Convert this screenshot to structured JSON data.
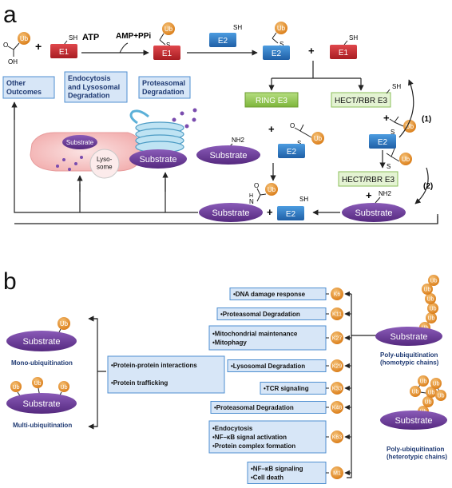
{
  "panel_a": {
    "label": "a",
    "ub": "Ub",
    "oh": "OH",
    "sh": "SH",
    "s": "S",
    "nh2": "NH2",
    "n": "N",
    "h": "H",
    "plus": "+",
    "atp": "ATP",
    "amp": "AMP+PPi",
    "e1": "E1",
    "e2": "E2",
    "ring_e3": "RING E3",
    "hect_e3": "HECT/RBR E3",
    "step1": "(1)",
    "step2": "(2)",
    "substrate": "Substrate",
    "lysosome": "Lyso-\nsome",
    "outcome_other": "Other\nOutcomes",
    "outcome_endo": "Endocytosis\nand Lysosomal\nDegradation",
    "outcome_proteasomal": "Proteasomal\nDegradation"
  },
  "panel_b": {
    "label": "b",
    "ub": "Ub",
    "substrate": "Substrate",
    "mono_caption": "Mono-ubiquitination",
    "multi_caption": "Multi-ubiquitination",
    "poly_homo_caption": "Poly-ubiquitination\n(homotypic chains)",
    "poly_hetero_caption": "Poly-ubiquitination\n(heterotypic chains)",
    "mono_multi_functions": [
      "•Protein-protein interactions",
      "•Protein trafficking"
    ],
    "linkages": [
      {
        "site": "K6",
        "functions": [
          "•DNA damage response"
        ]
      },
      {
        "site": "K11",
        "functions": [
          "•Proteasomal Degradation"
        ]
      },
      {
        "site": "K27",
        "functions": [
          "•Mitochondrial maintenance",
          "•Mitophagy"
        ]
      },
      {
        "site": "K29",
        "functions": [
          "•Lysosomal Degradation"
        ]
      },
      {
        "site": "K33",
        "functions": [
          "•TCR signaling"
        ]
      },
      {
        "site": "K48",
        "functions": [
          "•Proteasomal Degradation"
        ]
      },
      {
        "site": "K63",
        "functions": [
          "•Endocytosis",
          "•NF–κB signal activation",
          "•Protein complex formation"
        ]
      },
      {
        "site": "M1",
        "functions": [
          "•NF–κB signaling",
          "•Cell death"
        ]
      }
    ]
  },
  "colors": {
    "ub_orange": "#E8912B",
    "e1_red": "#C0242A",
    "e2_blue": "#2A7CC2",
    "e3_green": "#93C94A",
    "e3_lightgreen": "#E4F3D3",
    "substrate_purple": "#6B3D96",
    "box_blue": "#D7E6F7",
    "box_border": "#4F8FD0",
    "caption_navy": "#1F3A73"
  }
}
